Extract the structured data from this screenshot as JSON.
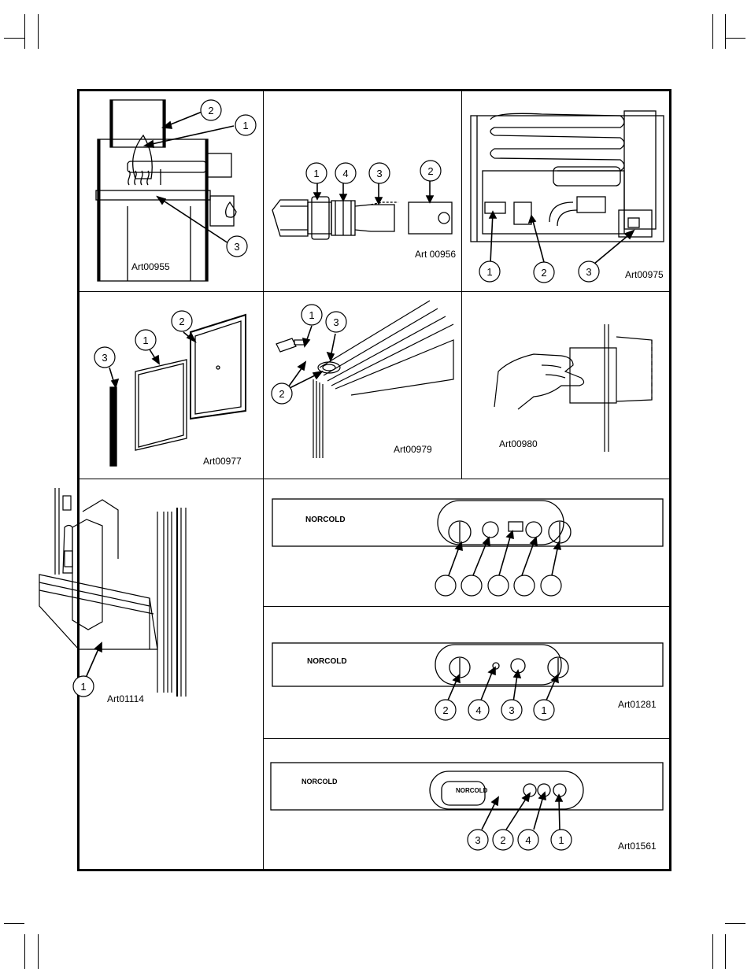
{
  "figures": {
    "burner": {
      "caption": "Art00955",
      "callouts": [
        "2",
        "1",
        "3"
      ]
    },
    "fitting": {
      "caption": "Art 00956",
      "callouts": [
        "1",
        "4",
        "3",
        "2"
      ]
    },
    "rear_view": {
      "caption": "Art00975",
      "callouts": [
        "1",
        "2",
        "3"
      ]
    },
    "door_panel": {
      "caption": "Art00977",
      "callouts": [
        "1",
        "2",
        "3"
      ]
    },
    "hinge": {
      "caption": "Art00979",
      "callouts": [
        "1",
        "3",
        "2"
      ]
    },
    "hand": {
      "caption": "Art00980"
    },
    "door_bin": {
      "caption": "Art01114",
      "callouts": [
        "1"
      ]
    },
    "control_panel_1": {
      "logo": "NORCOLD"
    },
    "control_panel_2": {
      "logo": "NORCOLD",
      "caption": "Art01281",
      "callouts": [
        "2",
        "4",
        "3",
        "1"
      ]
    },
    "control_panel_3": {
      "logo": "NORCOLD",
      "caption": "Art01561",
      "callouts": [
        "3",
        "2",
        "4",
        "1"
      ]
    }
  },
  "icons": [
    "crop-mark-icon",
    "callout-circle-icon"
  ]
}
